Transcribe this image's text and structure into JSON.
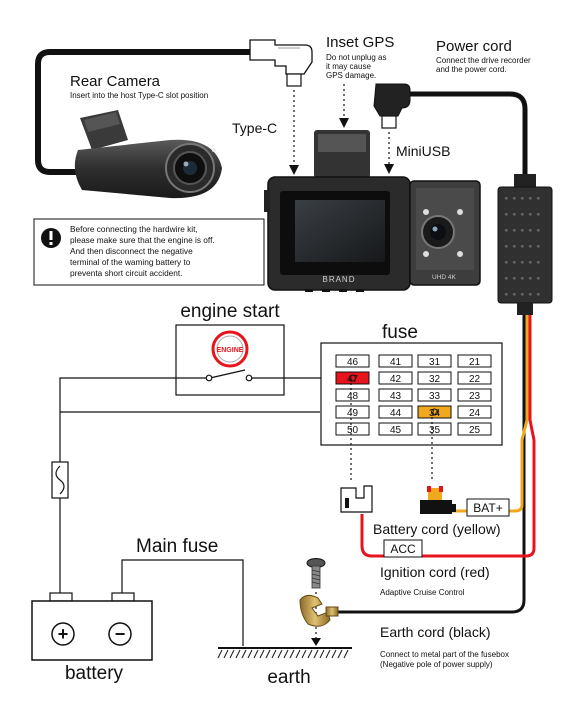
{
  "rear_camera": {
    "title": "Rear Camera",
    "note": "Insert into the host Type-C slot position",
    "connector_label": "Type-C"
  },
  "inset_gps": {
    "title": "Inset GPS",
    "note_line1": "Do not unplug as",
    "note_line2": "it may cause",
    "note_line3": "GPS damage."
  },
  "power_cord": {
    "title": "Power cord",
    "note_line1": "Connect the drive recorder",
    "note_line2": "and the power cord.",
    "connector_label": "MiniUSB"
  },
  "dashcam": {
    "brand": "BRAND",
    "resolution_badge": "UHD 4K"
  },
  "warning": {
    "icon": "exclamation-icon",
    "line1": "Before connecting the hardwire kit,",
    "line2": "please make sure that the engine is off.",
    "line3": "And then disconnect the negative",
    "line4": "terminal of the waming battery to",
    "line5": "preventa short circuit accident."
  },
  "engine_start": {
    "title": "engine start",
    "button_label": "ENGINE"
  },
  "fuse_box": {
    "title": "fuse",
    "rows": [
      [
        "46",
        "41",
        "31",
        "21"
      ],
      [
        "47",
        "42",
        "32",
        "22"
      ],
      [
        "48",
        "43",
        "33",
        "23"
      ],
      [
        "49",
        "44",
        "34",
        "24"
      ],
      [
        "50",
        "45",
        "35",
        "25"
      ]
    ],
    "acc_slot_color": "#e8141b",
    "bat_slot_color": "#f0a81c"
  },
  "cords": {
    "battery_label": "Battery cord (yellow)",
    "battery_tag": "BAT+",
    "ignition_label": "Ignition cord (red)",
    "ignition_tag": "ACC",
    "acc_meaning": "Adaptive Cruise Control",
    "earth_label": "Earth cord (black)",
    "earth_note_line1": "Connect to metal part of the fusebox",
    "earth_note_line2": "(Negative pole of power supply)",
    "yellow_color": "#f0a81c",
    "red_color": "#e8141b"
  },
  "main_fuse": {
    "title": "Main fuse"
  },
  "battery": {
    "title": "battery",
    "plus": "+",
    "minus": "−"
  },
  "earth": {
    "title": "earth"
  }
}
